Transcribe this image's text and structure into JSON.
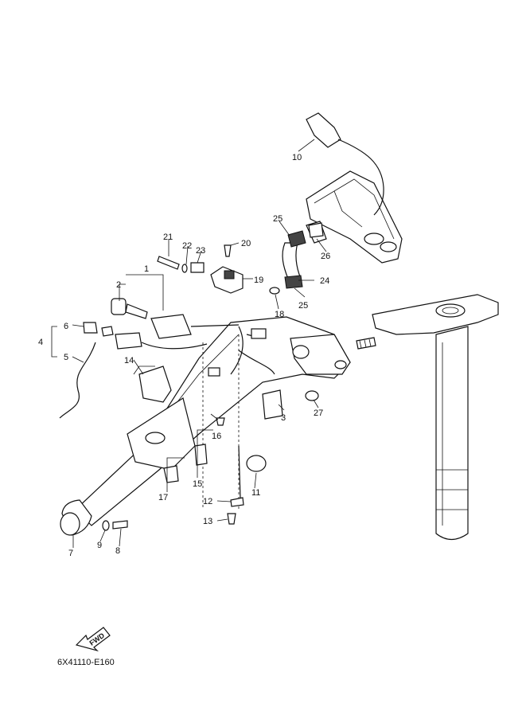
{
  "callouts": [
    "1",
    "2",
    "3",
    "4",
    "5",
    "6",
    "7",
    "8",
    "9",
    "10",
    "11",
    "12",
    "13",
    "14",
    "15",
    "16",
    "17",
    "18",
    "19",
    "20",
    "21",
    "22",
    "23",
    "24",
    "25",
    "26",
    "27"
  ],
  "callout_25_second": "25",
  "diagram_code": "6X41110-E160",
  "fwd_label": "FWD"
}
